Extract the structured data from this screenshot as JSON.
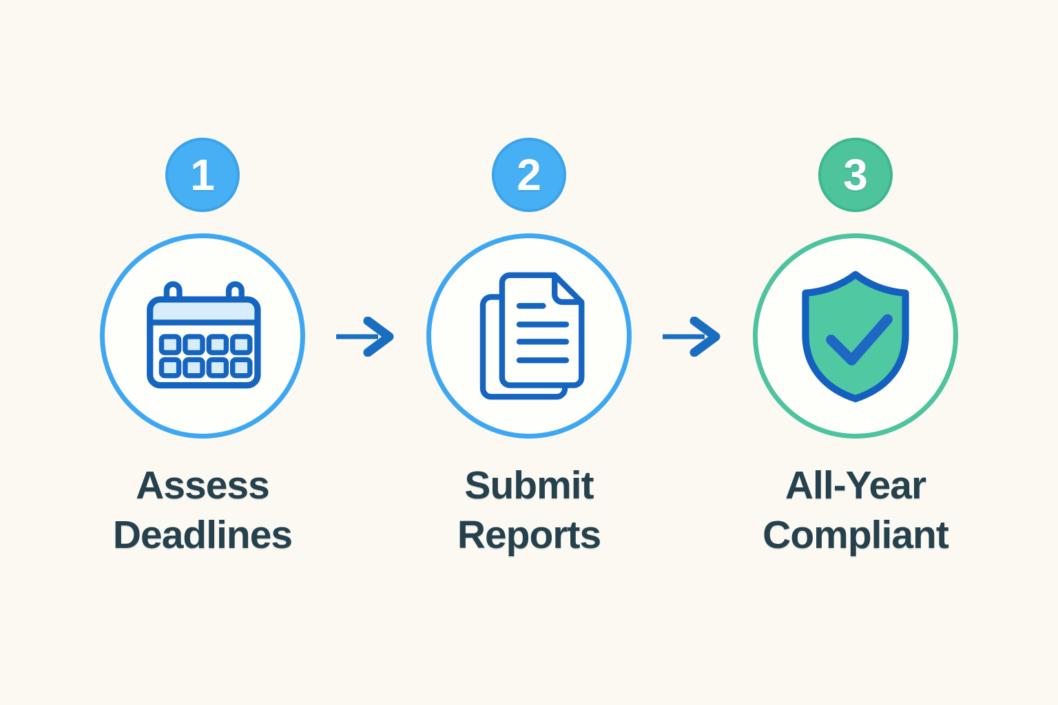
{
  "diagram_title": "",
  "steps": [
    {
      "number": "1",
      "label_line1": "Assess",
      "label_line2": "Deadlines",
      "icon": "calendar-icon",
      "badge_color": "#47B0F4",
      "ring_color": "#3EA7F2"
    },
    {
      "number": "2",
      "label_line1": "Submit",
      "label_line2": "Reports",
      "icon": "documents-icon",
      "badge_color": "#47B0F4",
      "ring_color": "#3EA7F2"
    },
    {
      "number": "3",
      "label_line1": "All-Year",
      "label_line2": "Compliant",
      "icon": "shield-check-icon",
      "badge_color": "#4DC49C",
      "ring_color": "#4DC49D"
    }
  ],
  "colors": {
    "background": "#FBF9F2",
    "circle_fill": "#FEFEFB",
    "icon_stroke_blue": "#1565C0",
    "icon_fill_light_blue": "#D7EDFB",
    "shield_fill_green": "#50C9A2",
    "arrow_blue": "#1A6EC0",
    "text_dark": "#25414D"
  }
}
